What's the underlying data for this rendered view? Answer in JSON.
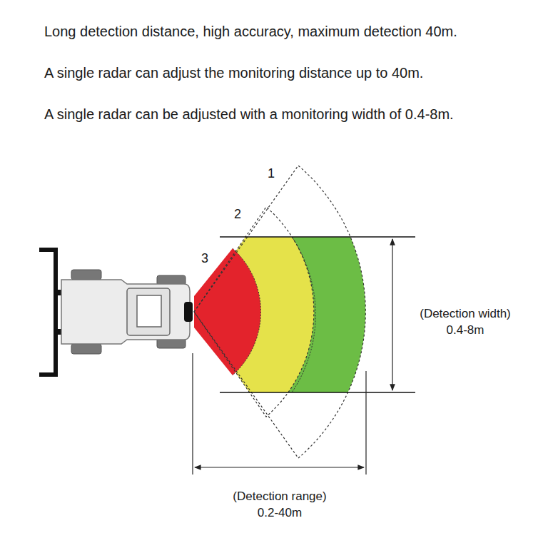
{
  "diagram": {
    "labels": [
      "Long detection distance, high accuracy, maximum detection 40m.",
      "A single radar can adjust the monitoring distance up to 40m.",
      "A single radar can be adjusted with a monitoring width of 0.4-8m.",
      "1",
      "2",
      "3",
      "(Detection width)",
      "0.4-8m",
      "(Detection range)",
      "0.2-40m"
    ]
  }
}
